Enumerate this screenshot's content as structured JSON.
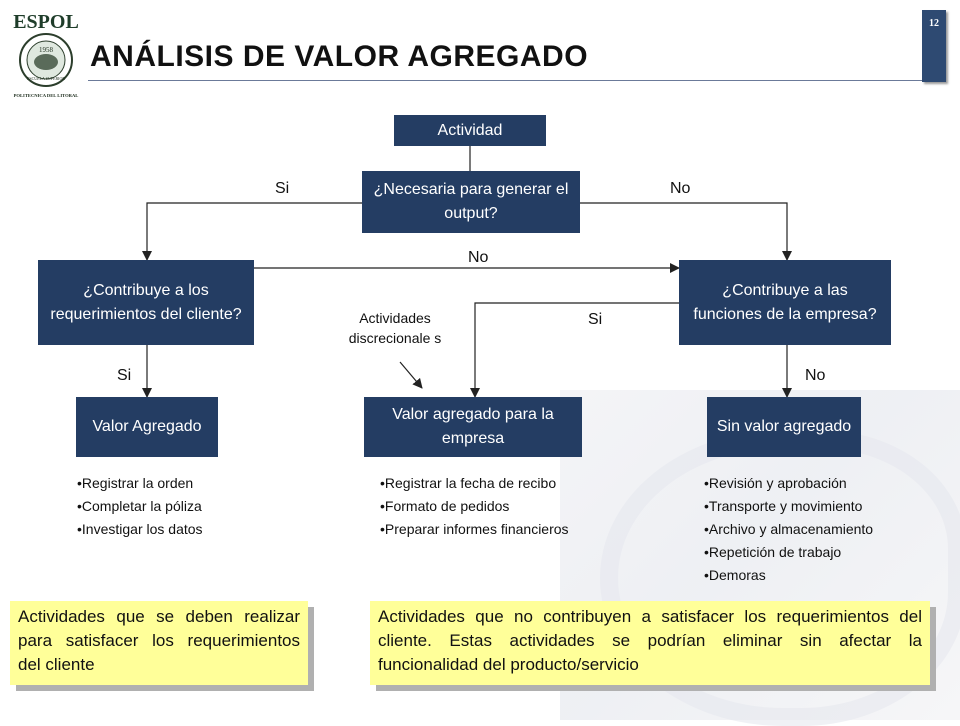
{
  "header": {
    "title": "ANÁLISIS DE VALOR AGREGADO",
    "slide_number": "12",
    "logo": {
      "name": "ESPOL",
      "year": "1958",
      "ring": "ESCUELA SUPERIOR",
      "footer": "POLITECNICA DEL LITORAL"
    }
  },
  "diagram": {
    "nodes": {
      "actividad": "Actividad",
      "necesaria": "¿Necesaria para generar el output?",
      "cliente": "¿Contribuye a los requerimientos del cliente?",
      "empresa_q": "¿Contribuye a las funciones de la empresa?",
      "valor_agregado": "Valor Agregado",
      "valor_empresa": "Valor agregado para la empresa",
      "sin_valor": "Sin valor agregado"
    },
    "edge_labels": {
      "si_left": "Si",
      "no_right": "No",
      "no_middle": "No",
      "si_empresa": "Si",
      "si_bottom": "Si",
      "no_bottom": "No",
      "discrecionales": "Actividades discrecionale s"
    }
  },
  "lists": {
    "valor_agregado": [
      "Registrar la orden",
      "Completar la póliza",
      "Investigar los datos"
    ],
    "valor_empresa": [
      "Registrar la fecha de recibo",
      "Formato de pedidos",
      "Preparar informes financieros"
    ],
    "sin_valor": [
      "Revisión y aprobación",
      "Transporte y movimiento",
      "Archivo y almacenamiento",
      "Repetición de trabajo",
      "Demoras"
    ]
  },
  "notes": {
    "left": "Actividades que se deben realizar para satisfacer los requerimientos del cliente",
    "right": "Actividades que no contribuyen a satisfacer los requerimientos del cliente. Estas actividades se podrían eliminar sin afectar la funcionalidad del producto/servicio"
  }
}
